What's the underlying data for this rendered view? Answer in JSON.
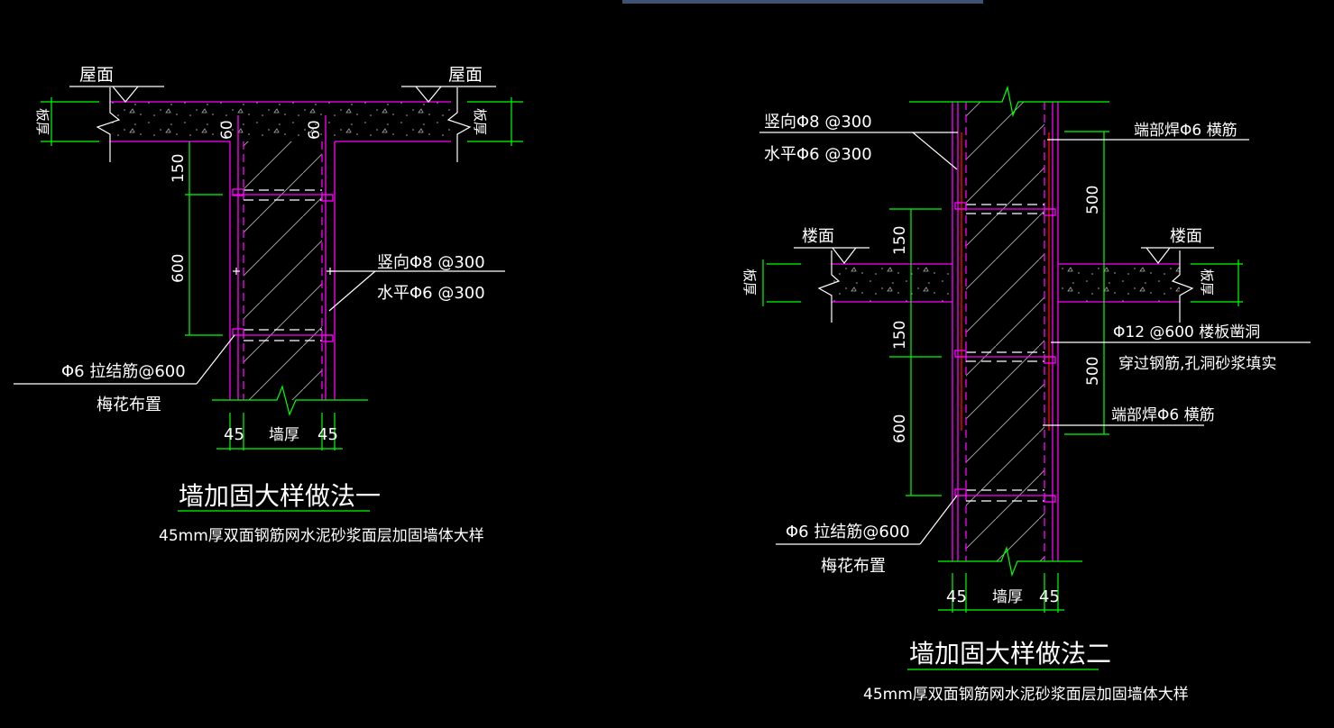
{
  "viewer": {
    "top_bar_color": "#3f5273",
    "background": "#000000"
  },
  "detail_1": {
    "title": "墙加固大样做法一",
    "subtitle": "45mm厚双面钢筋网水泥砂浆面层加固墙体大样",
    "roof_label_left": "屋面",
    "roof_label_right": "屋面",
    "slab_thickness_left": "板厚",
    "slab_thickness_right": "板厚",
    "slab_dim_left": "60",
    "slab_dim_right": "60",
    "dim_150": "150",
    "dim_600": "600",
    "rebar_vertical": "竖向Φ8 @300",
    "rebar_horizontal": "水平Φ6 @300",
    "tie_bar": "Φ6 拉结筋@600",
    "tie_layout": "梅花布置",
    "dim_left_45": "45",
    "dim_wall": "墙厚",
    "dim_right_45": "45"
  },
  "detail_2": {
    "title": "墙加固大样做法二",
    "subtitle": "45mm厚双面钢筋网水泥砂浆面层加固墙体大样",
    "floor_label_left": "楼面",
    "floor_label_right": "楼面",
    "slab_thickness_left": "板厚",
    "slab_thickness_right": "板厚",
    "rebar_vertical": "竖向Φ8 @300",
    "rebar_horizontal": "水平Φ6 @300",
    "end_weld_top": "端部焊Φ6 横筋",
    "end_weld_bottom": "端部焊Φ6 横筋",
    "through_bar_line1": "Φ12 @600 楼板凿洞",
    "through_bar_line2": "穿过钢筋,孔洞砂浆填实",
    "dim_500_top": "500",
    "dim_500_bottom": "500",
    "dim_150_top": "150",
    "dim_150_bottom": "150",
    "dim_600": "600",
    "tie_bar": "Φ6 拉结筋@600",
    "tie_layout": "梅花布置",
    "dim_left_45": "45",
    "dim_wall": "墙厚",
    "dim_right_45": "45"
  }
}
